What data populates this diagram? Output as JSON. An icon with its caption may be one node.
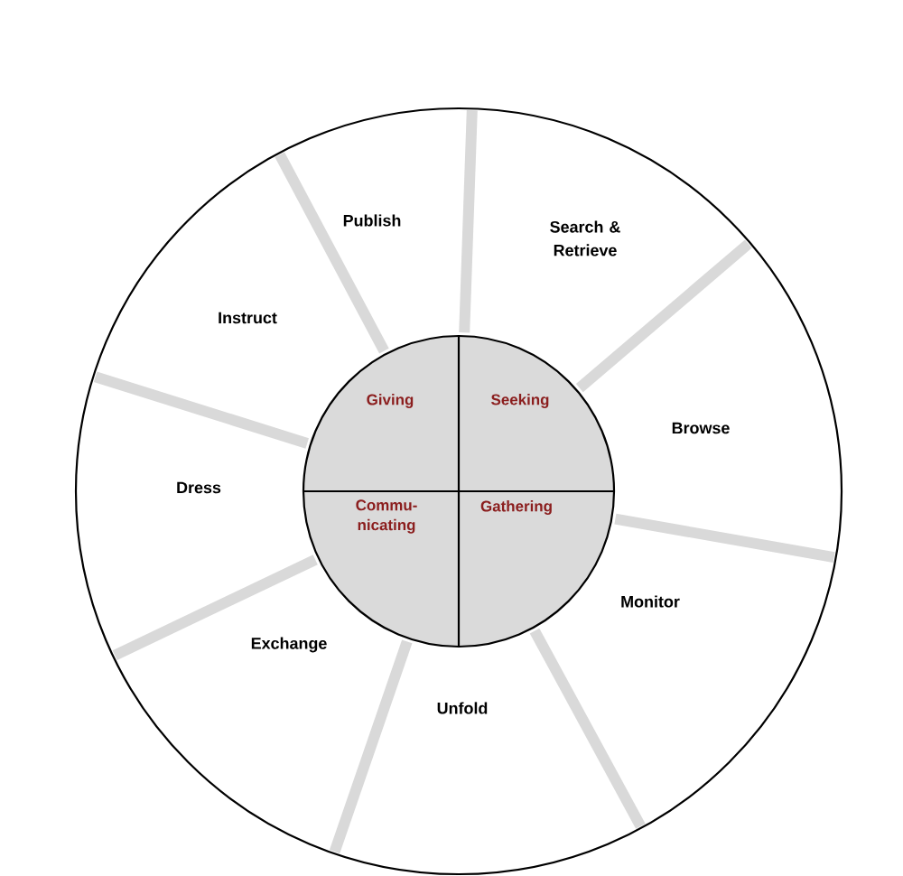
{
  "diagram": {
    "nodes": [
      {
        "text": [],
        "shape": "circle"
      },
      {
        "text": [
          "Publish"
        ],
        "in": 0
      },
      {
        "text": [
          "Search & Retrieve"
        ],
        "in": 0
      },
      {
        "text": [
          "Browse"
        ],
        "in": 0
      },
      {
        "text": [
          "Monitor"
        ],
        "in": 0
      },
      {
        "text": [
          "Unfold"
        ],
        "in": 0
      },
      {
        "text": [
          "Exchange"
        ],
        "in": 0
      },
      {
        "text": [
          "Dress"
        ],
        "in": 0
      },
      {
        "text": [
          "Instruct"
        ],
        "in": 0
      },
      {
        "text": [],
        "shape": "circle",
        "in": 0
      },
      {
        "text": [
          "Giving"
        ],
        "in": 9
      },
      {
        "text": [
          "Seeking"
        ],
        "in": 9
      },
      {
        "text": [
          "Commu- nicating"
        ],
        "in": 9
      },
      {
        "text": [
          "Gathering"
        ],
        "in": 9
      }
    ]
  }
}
